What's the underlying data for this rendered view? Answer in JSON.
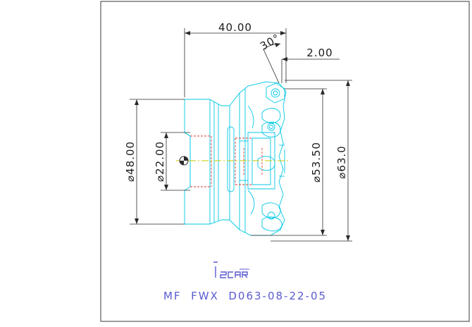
{
  "drawing": {
    "dimensions": {
      "length": "40.00",
      "angle": "30°",
      "offset": "2.00",
      "bore_diameter": "⌀22.00",
      "hub_diameter": "⌀48.00",
      "body_diameter": "⌀53.50",
      "cutting_diameter": "⌀63.0"
    },
    "brand": {
      "logo_text": "iscar"
    },
    "designation": "MF  FWX  D063-08-22-05"
  },
  "colors": {
    "background": "#ffffff",
    "frame": "#3a3a3a",
    "dimension_line": "#2a2a2a",
    "outline": "#00c8e6",
    "hidden_line": "#e23a3a",
    "center_line": "#c8c800",
    "brand_blue": "#5a5ad0"
  }
}
